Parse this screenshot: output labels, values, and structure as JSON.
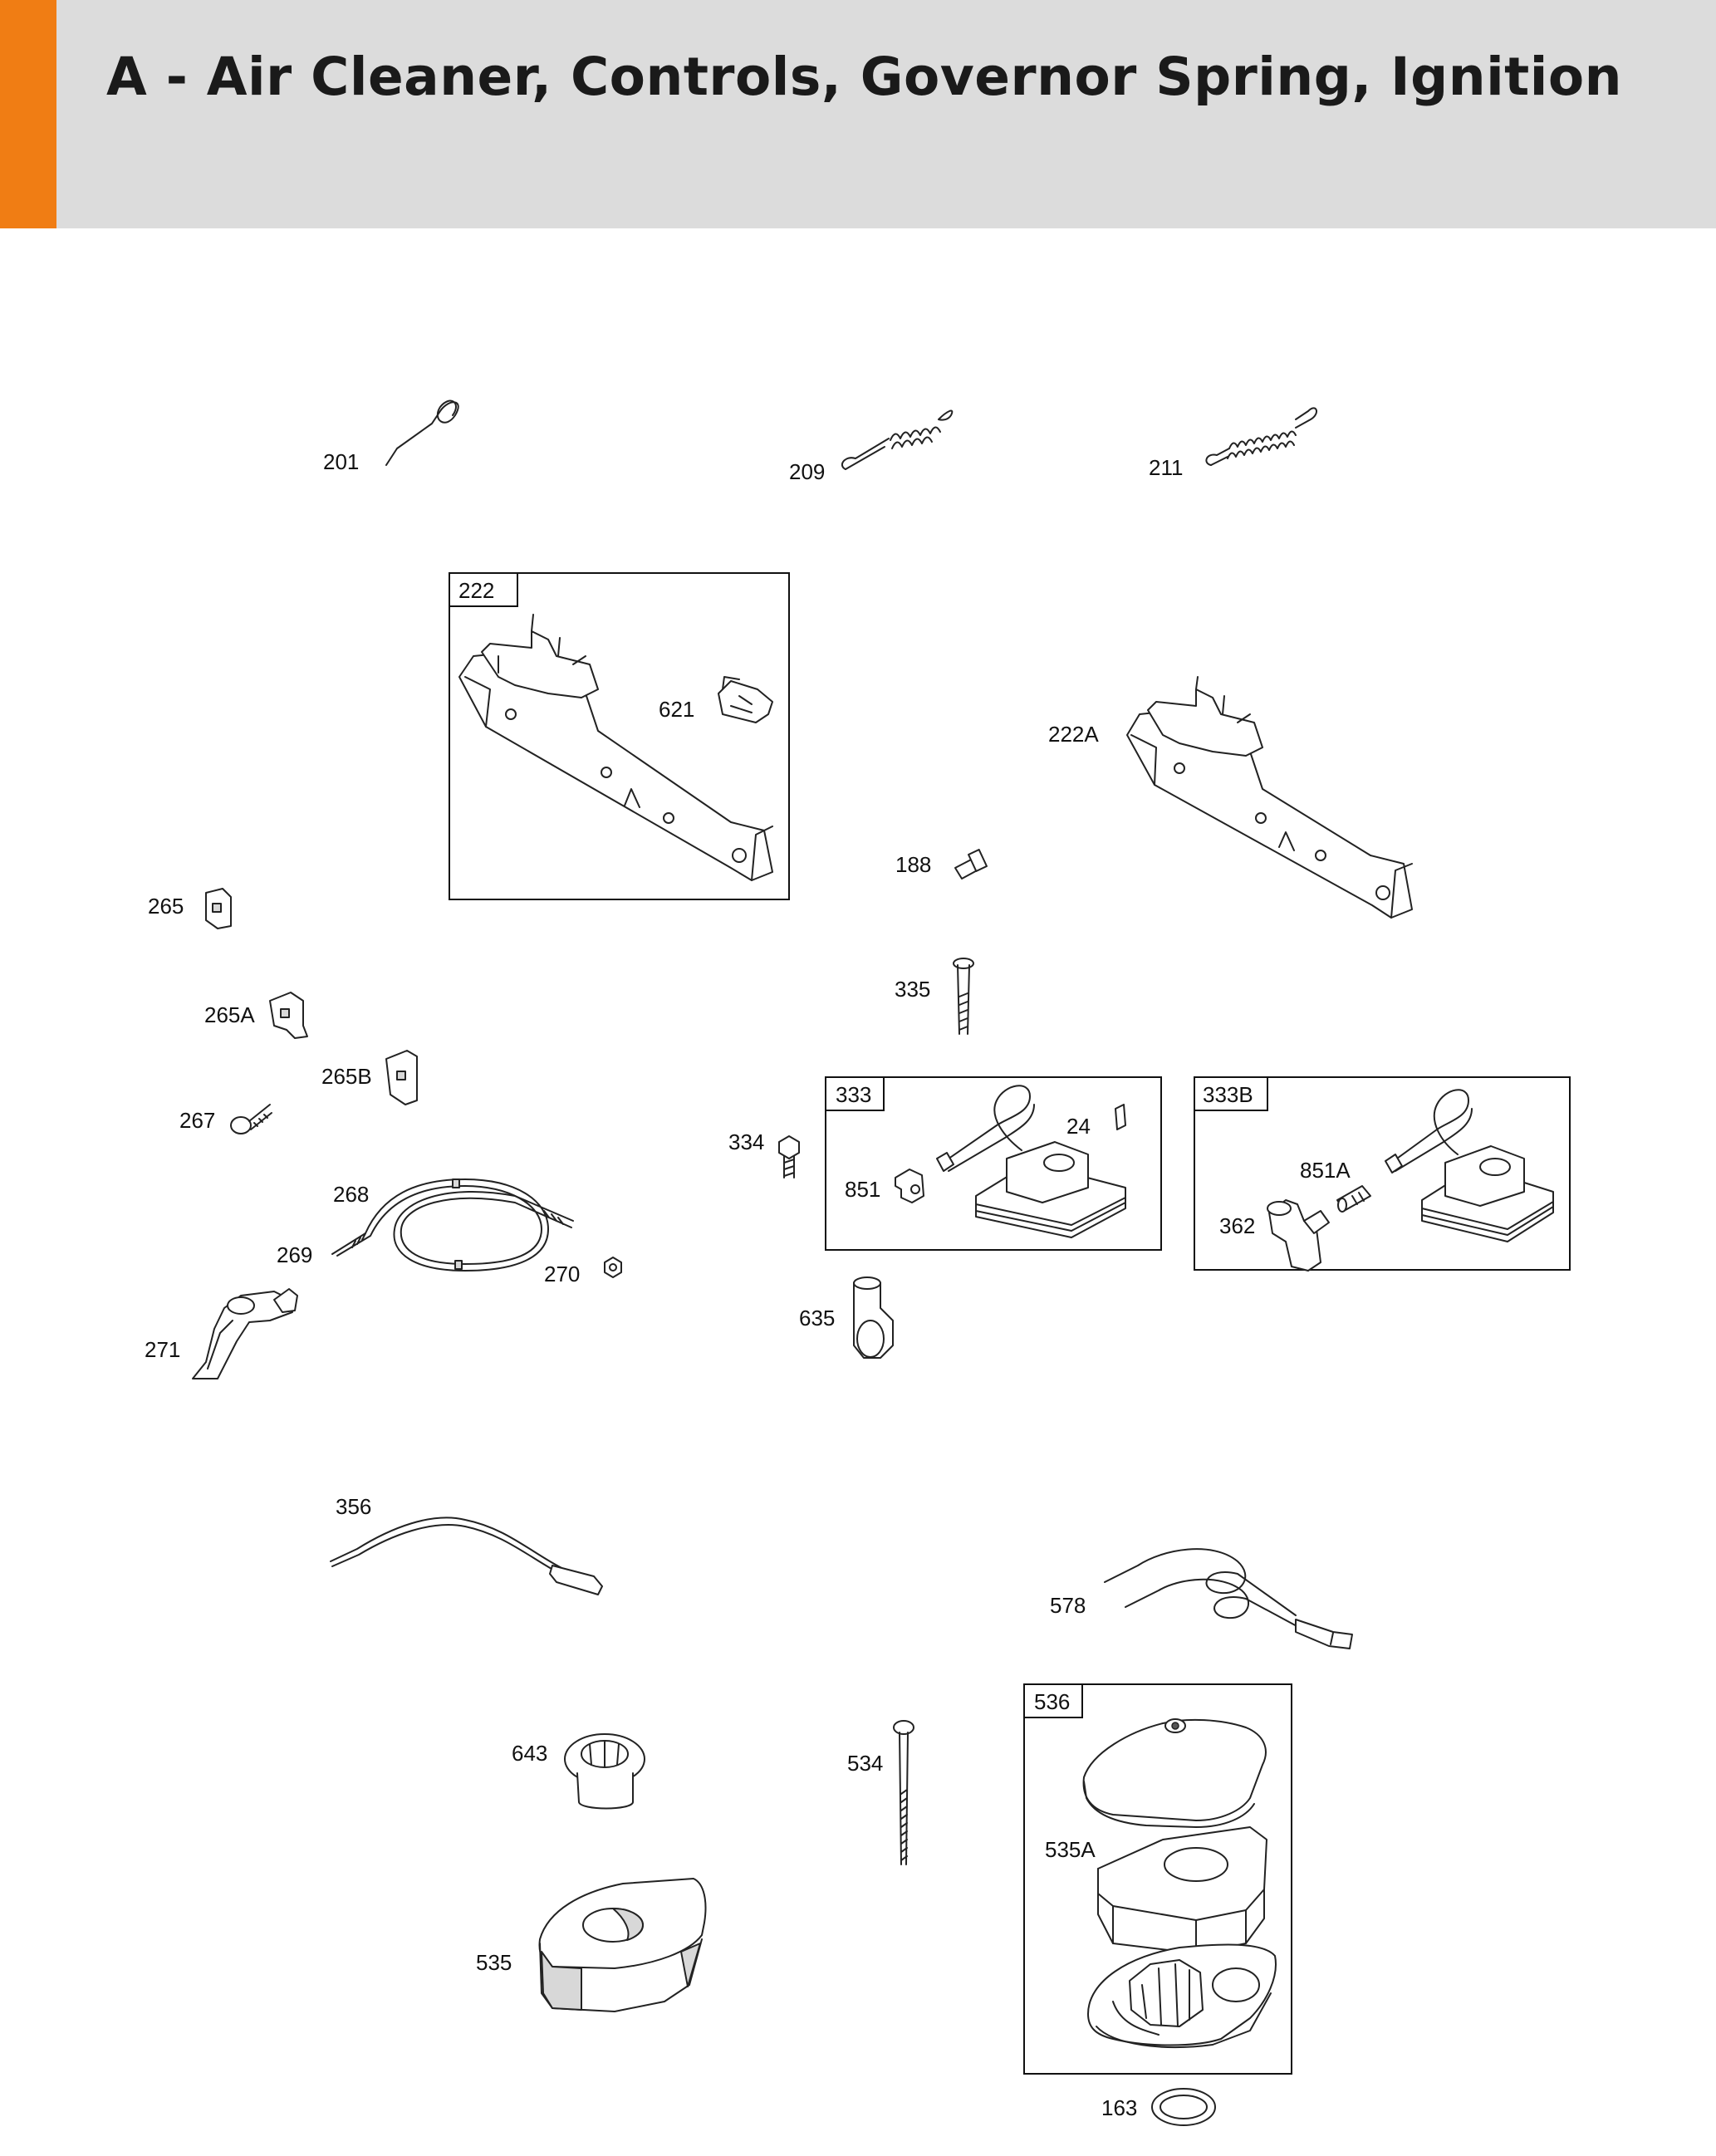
{
  "header": {
    "title": "A - Air Cleaner, Controls, Governor Spring, Ignition",
    "accent_color": "#f07d14",
    "background_color": "#dcdcdc"
  },
  "boxes": {
    "b222": "222",
    "b333": "333",
    "b333B": "333B",
    "b536": "536"
  },
  "labels": {
    "p201": "201",
    "p209": "209",
    "p211": "211",
    "p621": "621",
    "p222A": "222A",
    "p188": "188",
    "p265": "265",
    "p265A": "265A",
    "p265B": "265B",
    "p267": "267",
    "p335": "335",
    "p334": "334",
    "p24": "24",
    "p851": "851",
    "p851A": "851A",
    "p362": "362",
    "p268": "268",
    "p269": "269",
    "p270": "270",
    "p271": "271",
    "p635": "635",
    "p356": "356",
    "p578": "578",
    "p643": "643",
    "p534": "534",
    "p535A": "535A",
    "p535": "535",
    "p163": "163"
  }
}
